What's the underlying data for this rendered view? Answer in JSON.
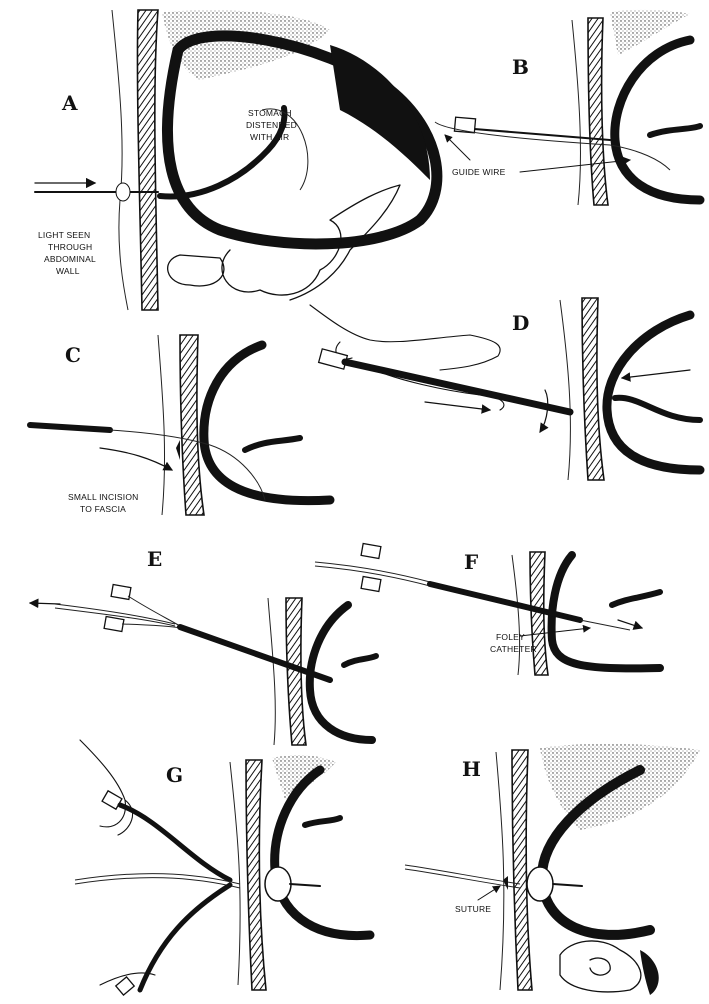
{
  "panels": [
    {
      "id": "A",
      "letter": "A",
      "labels": [
        "STOMACH",
        "DISTENDED",
        "WITH AIR",
        "LIGHT SEEN",
        "THROUGH",
        "ABDOMINAL",
        "WALL"
      ]
    },
    {
      "id": "B",
      "letter": "B",
      "labels": [
        "GUIDE WIRE"
      ]
    },
    {
      "id": "C",
      "letter": "C",
      "labels": [
        "SMALL INCISION",
        "TO FASCIA"
      ]
    },
    {
      "id": "D",
      "letter": "D",
      "labels": []
    },
    {
      "id": "E",
      "letter": "E",
      "labels": []
    },
    {
      "id": "F",
      "letter": "F",
      "labels": [
        "FOLEY",
        "CATHETER"
      ]
    },
    {
      "id": "G",
      "letter": "G",
      "labels": []
    },
    {
      "id": "H",
      "letter": "H",
      "labels": [
        "SUTURE"
      ]
    }
  ],
  "colors": {
    "ink": "#111111",
    "background": "#ffffff"
  }
}
